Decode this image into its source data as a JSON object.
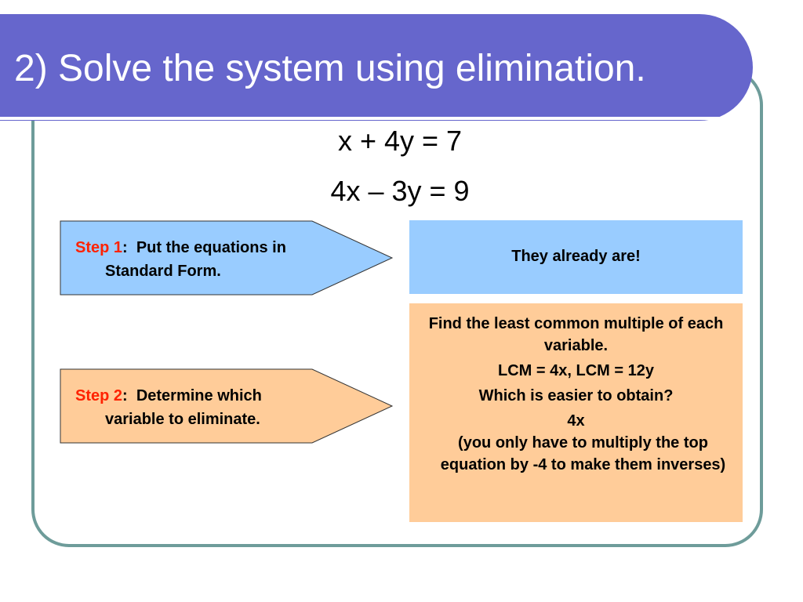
{
  "slide": {
    "title": "2) Solve the system using elimination."
  },
  "equations": {
    "eq1": "x + 4y = 7",
    "eq2": "4x – 3y = 9"
  },
  "steps": [
    {
      "label": "Step 1",
      "separator": ":",
      "text_line1": "Put the equations in",
      "text_line2": "Standard Form.",
      "fill_color": "#99ccff"
    },
    {
      "label": "Step 2",
      "separator": ":",
      "text_line1": "Determine which",
      "text_line2": "variable to eliminate.",
      "fill_color": "#ffcc99"
    }
  ],
  "answers": {
    "step1": "They already are!",
    "step2": {
      "lines": [
        "Find the least common multiple of each variable.",
        "LCM = 4x, LCM = 12y",
        "Which is easier to obtain?",
        "4x",
        "(you only have to multiply the top equation by -4 to make them inverses)"
      ]
    }
  },
  "colors": {
    "title_bar": "#6666cc",
    "frame_border": "#6e9c9a",
    "step_label": "#ff2200",
    "answer1_bg": "#99ccff",
    "answer2_bg": "#ffcc99"
  }
}
